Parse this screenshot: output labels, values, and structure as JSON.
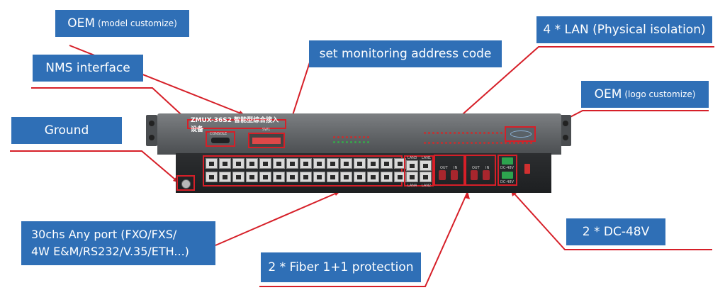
{
  "labels": {
    "oem_model": {
      "text": "OEM",
      "small": "(model customize)"
    },
    "set_monitoring": "set monitoring address code",
    "nms_interface": "NMS interface",
    "ground": "Ground",
    "lan": "4 * LAN (Physical isolation)",
    "oem_logo": {
      "text": "OEM",
      "small": "(logo customize)"
    },
    "dc": "2 * DC-48V",
    "fiber": "2 * Fiber 1+1 protection",
    "any_port": {
      "line1": "30chs Any port (FXO/FXS/",
      "line2": "4W E&M/RS232/V.35/ETH...)"
    }
  },
  "device": {
    "model": "ZMUX-36S2 智能型综合接入设备",
    "console": "CONSOLE",
    "sw": "SW1",
    "lan_labels": [
      "LAN3",
      "LAN1",
      "LAN4",
      "LAN2"
    ],
    "dc_labels": [
      "DC-48V",
      "DC-48V"
    ],
    "fiber_labels": [
      "OUT",
      "IN",
      "OUT",
      "IN"
    ]
  },
  "colors": {
    "label_bg": "#2f6fb6",
    "leader": "#d61f28",
    "device": "#5e6164"
  }
}
